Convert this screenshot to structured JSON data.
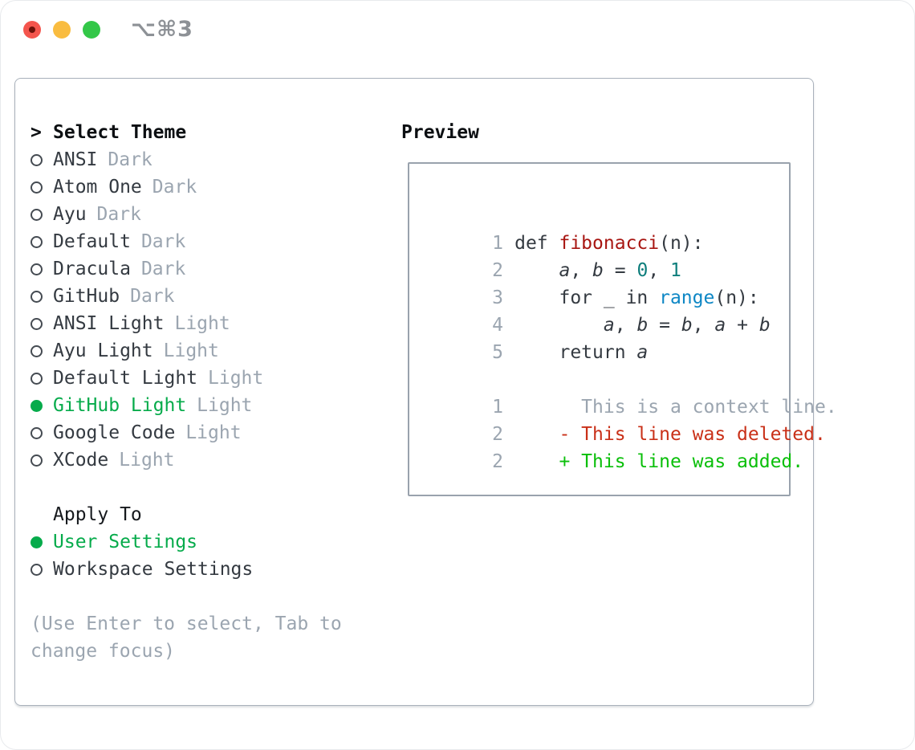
{
  "window": {
    "title": "⌥⌘3"
  },
  "colors": {
    "selection_green": "#06ab4b",
    "diff_added_green": "#0abf0a",
    "diff_deleted_red": "#c93018",
    "function_red": "#a81612",
    "builtin_blue": "#0e87c5",
    "number_teal": "#0e7e7c",
    "muted_gray": "#9ba5b0",
    "text_dark": "#343a41",
    "border_gray": "#a9b1bb",
    "traffic_red": "#f4554d",
    "traffic_yellow": "#f9bc40",
    "traffic_green": "#33c748"
  },
  "theme_picker": {
    "cursor": ">",
    "header": "Select Theme",
    "themes": [
      {
        "name": "ANSI",
        "variant": "Dark",
        "selected": false
      },
      {
        "name": "Atom One",
        "variant": "Dark",
        "selected": false
      },
      {
        "name": "Ayu",
        "variant": "Dark",
        "selected": false
      },
      {
        "name": "Default",
        "variant": "Dark",
        "selected": false
      },
      {
        "name": "Dracula",
        "variant": "Dark",
        "selected": false
      },
      {
        "name": "GitHub",
        "variant": "Dark",
        "selected": false
      },
      {
        "name": "ANSI Light",
        "variant": "Light",
        "selected": false
      },
      {
        "name": "Ayu Light",
        "variant": "Light",
        "selected": false
      },
      {
        "name": "Default Light",
        "variant": "Light",
        "selected": false
      },
      {
        "name": "GitHub Light",
        "variant": "Light",
        "selected": true
      },
      {
        "name": "Google Code",
        "variant": "Light",
        "selected": false
      },
      {
        "name": "XCode",
        "variant": "Light",
        "selected": false
      }
    ],
    "apply_to": {
      "header": "Apply To",
      "options": [
        {
          "label": "User Settings",
          "selected": true
        },
        {
          "label": "Workspace Settings",
          "selected": false
        }
      ]
    },
    "hint_lines": [
      "(Use Enter to select, Tab to",
      "change focus)"
    ]
  },
  "preview": {
    "title": "Preview",
    "code_lines": [
      {
        "num": "1",
        "tokens": [
          {
            "t": "def ",
            "c": "plain"
          },
          {
            "t": "fibonacci",
            "c": "func"
          },
          {
            "t": "(n):",
            "c": "plain"
          }
        ]
      },
      {
        "num": "2",
        "tokens": [
          {
            "t": "    ",
            "c": "plain"
          },
          {
            "t": "a",
            "c": "var"
          },
          {
            "t": ", ",
            "c": "plain"
          },
          {
            "t": "b",
            "c": "var"
          },
          {
            "t": " = ",
            "c": "plain"
          },
          {
            "t": "0",
            "c": "num"
          },
          {
            "t": ", ",
            "c": "plain"
          },
          {
            "t": "1",
            "c": "num"
          }
        ]
      },
      {
        "num": "3",
        "tokens": [
          {
            "t": "    for _ in ",
            "c": "plain"
          },
          {
            "t": "range",
            "c": "builtin"
          },
          {
            "t": "(n):",
            "c": "plain"
          }
        ]
      },
      {
        "num": "4",
        "tokens": [
          {
            "t": "        ",
            "c": "plain"
          },
          {
            "t": "a",
            "c": "var"
          },
          {
            "t": ", ",
            "c": "plain"
          },
          {
            "t": "b",
            "c": "var"
          },
          {
            "t": " = ",
            "c": "plain"
          },
          {
            "t": "b",
            "c": "var"
          },
          {
            "t": ", ",
            "c": "plain"
          },
          {
            "t": "a",
            "c": "var"
          },
          {
            "t": " + ",
            "c": "plain"
          },
          {
            "t": "b",
            "c": "var"
          }
        ]
      },
      {
        "num": "5",
        "tokens": [
          {
            "t": "    return ",
            "c": "plain"
          },
          {
            "t": "a",
            "c": "var"
          }
        ]
      },
      {
        "num": "",
        "tokens": []
      },
      {
        "num": "1",
        "tokens": [
          {
            "t": "      This is a context line.",
            "c": "ctx"
          }
        ]
      },
      {
        "num": "2",
        "tokens": [
          {
            "t": "    - This line was deleted.",
            "c": "del"
          }
        ]
      },
      {
        "num": "2",
        "tokens": [
          {
            "t": "    + This line was added.",
            "c": "add"
          }
        ]
      }
    ]
  }
}
